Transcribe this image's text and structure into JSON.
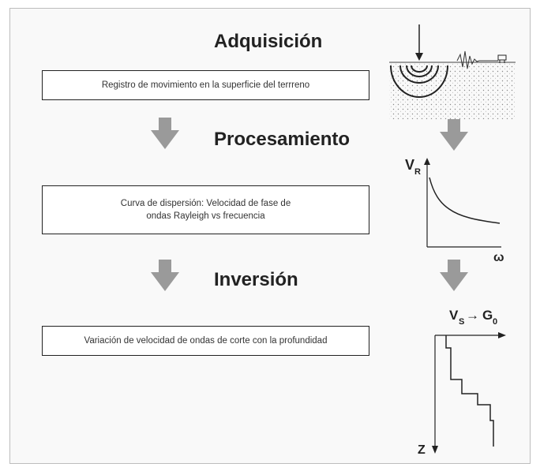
{
  "stages": [
    {
      "title": "Adquisición",
      "text_lines": [
        "Registro de movimiento en la superficie del terrreno"
      ]
    },
    {
      "title": "Procesamiento",
      "text_lines": [
        "Curva de dispersión: Velocidad de fase de",
        "ondas Rayleigh vs frecuencia"
      ]
    },
    {
      "title": "Inversión",
      "text_lines": [
        "Variación de velocidad de ondas de corte con la profundidad"
      ]
    }
  ],
  "dispersion_plot": {
    "y_label": "V",
    "y_label_sub": "R",
    "x_label": "ω"
  },
  "profile_plot": {
    "x_label_v": "V",
    "x_label_v_sub": "S",
    "x_label_arrow": "→",
    "x_label_g": "G",
    "x_label_g_sub": "0",
    "y_label": "Z"
  },
  "colors": {
    "arrow": "#9a9a9a",
    "line": "#222222",
    "background": "#f9f9f9"
  }
}
